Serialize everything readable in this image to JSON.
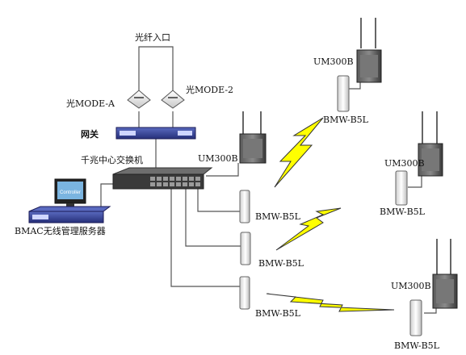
{
  "labels": {
    "fiber_entry": "光纤入口",
    "modem_a": "光MODE-A",
    "modem_b": "光MODE-2",
    "gateway": "网关",
    "core_switch": "千兆中心交换机",
    "server": "BMAC无线管理服务器",
    "screen_text": "Controller",
    "um_center": "UM300B",
    "um_top": "UM300B",
    "um_right": "UM300B",
    "um_bottom": "UM300B",
    "bmw_top": "BMW-B5L",
    "bmw_right": "BMW-B5L",
    "bmw_c1": "BMW-B5L",
    "bmw_c2": "BMW-B5L",
    "bmw_c3": "BMW-B5L",
    "bmw_bottom": "BMW-B5L"
  },
  "colors": {
    "lightning": "#ffff00",
    "wire": "#555555",
    "device_dark": "#3a3a3a",
    "device_light": "#f2f2f2",
    "rack_blue": "#3a4a9a"
  }
}
